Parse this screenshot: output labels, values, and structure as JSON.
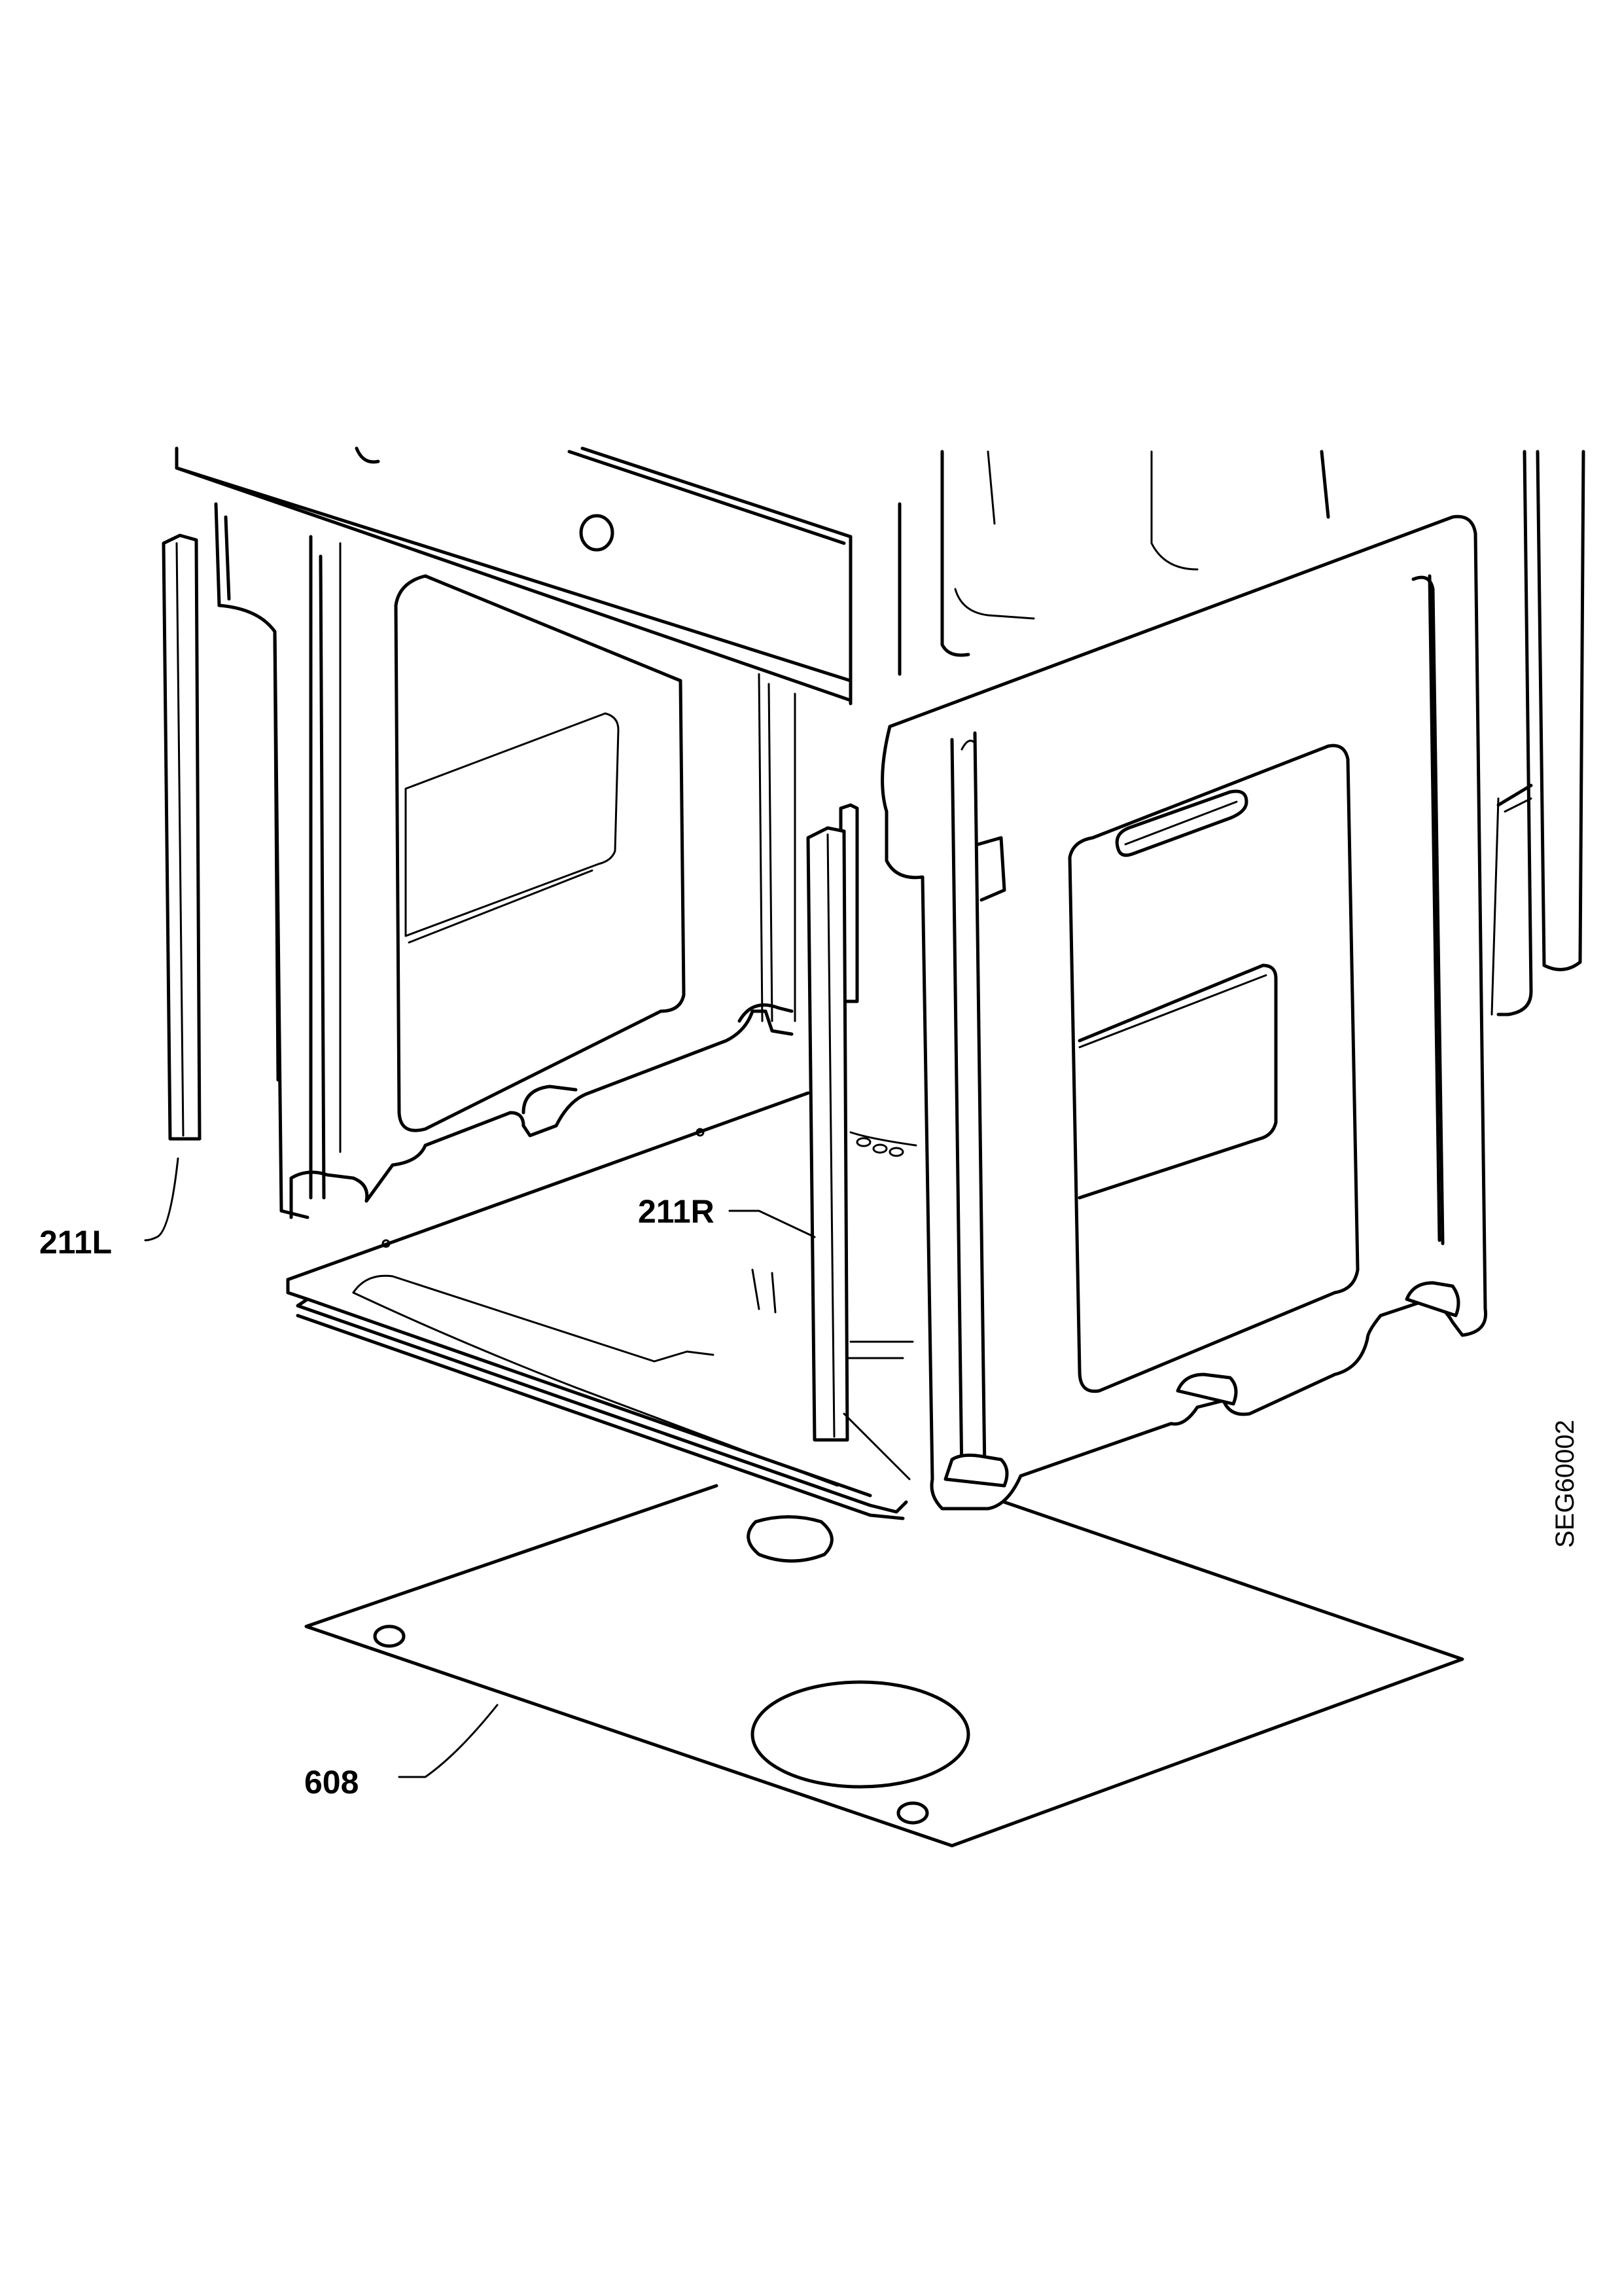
{
  "parts": [
    {
      "id": "211L",
      "label": "211L"
    },
    {
      "id": "211R",
      "label": "211R"
    },
    {
      "id": "608",
      "label": "608"
    }
  ],
  "drawing_code": "SEG60002"
}
